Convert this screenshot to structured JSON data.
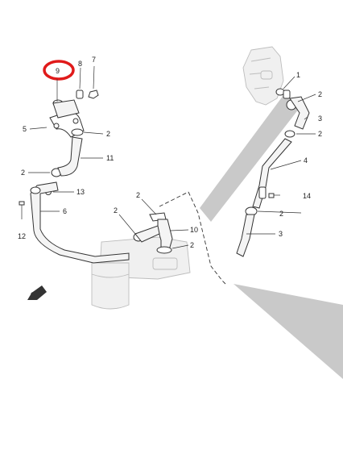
{
  "diagram": {
    "callouts": {
      "c1": "1",
      "c2a": "2",
      "c3a": "3",
      "c2b": "2",
      "c4": "4",
      "c14": "14",
      "c2c": "2",
      "c3b": "3",
      "c9": "9",
      "c8": "8",
      "c7": "7",
      "c5": "5",
      "c2d": "2",
      "c11": "11",
      "c2e": "2",
      "c13": "13",
      "c6": "6",
      "c12": "12",
      "c2f": "2",
      "c2g": "2",
      "c10": "10",
      "c2h": "2"
    },
    "highlight_color": "#e01a1a",
    "direction_icon": "front-arrow-icon"
  }
}
